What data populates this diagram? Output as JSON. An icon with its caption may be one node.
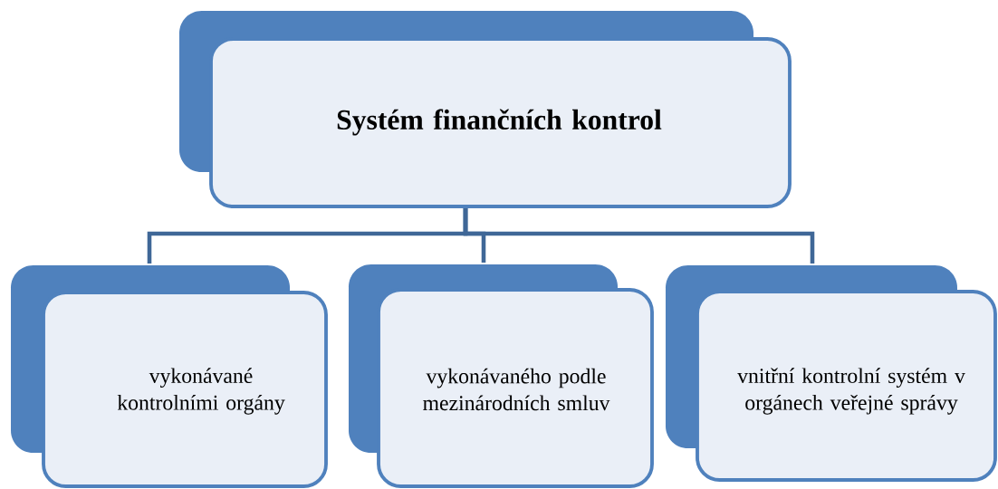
{
  "diagram": {
    "nodes": [
      {
        "text": [
          "Systém finančních kontrol"
        ]
      },
      {
        "text": [
          "vykonávané kontrolními orgány"
        ]
      },
      {
        "text": [
          "vykonávaného podle mezinárodních smluv"
        ]
      },
      {
        "text": [
          "vnitřní kontrolní systém v orgánech veřejné správy"
        ]
      }
    ],
    "edges": [
      {
        "from": 0,
        "to": 1,
        "arrow": "none"
      },
      {
        "from": 0,
        "to": 2,
        "arrow": "none"
      },
      {
        "from": 0,
        "to": 3,
        "arrow": "none"
      }
    ]
  }
}
